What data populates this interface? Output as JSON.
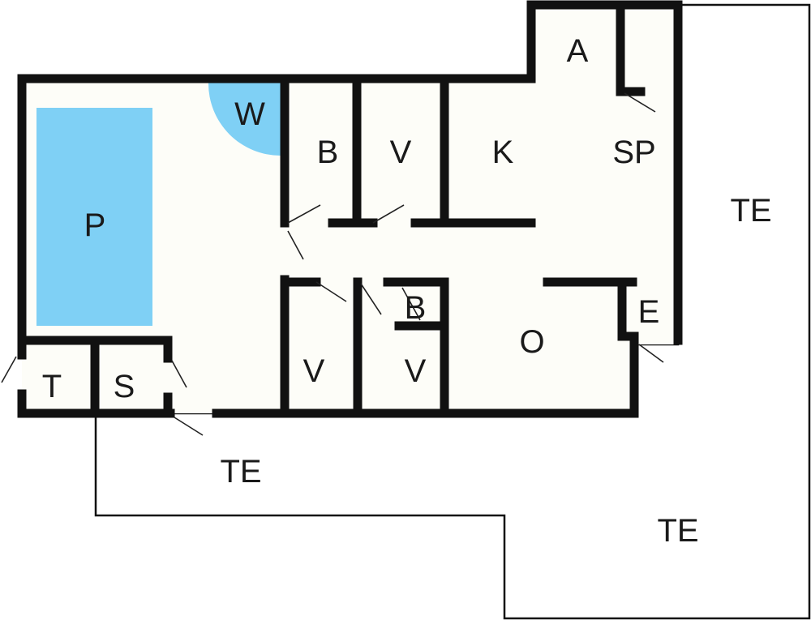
{
  "colors": {
    "floor": "#fdfdf8",
    "water": "#7fd0f5",
    "wall": "#111111"
  },
  "rooms": {
    "pool": "P",
    "wellness": "W",
    "bath_top": "B",
    "bedroom_top": "V",
    "kitchen": "K",
    "entrance_top": "A",
    "pantry": "SP",
    "terrace_right": "TE",
    "toilet": "T",
    "sauna": "S",
    "bedroom_bottom_left": "V",
    "bedroom_bottom_right": "V",
    "bath_small": "B",
    "living": "O",
    "hall": "E",
    "terrace_bottom": "TE",
    "terrace_bottom_right": "TE"
  }
}
